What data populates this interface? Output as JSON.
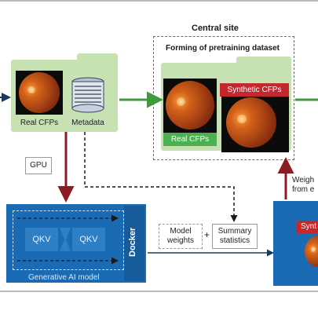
{
  "diagram": {
    "central_site_title": "Central site",
    "pretraining_title": "Forming of pretraining dataset",
    "left_folder": {
      "label_real": "Real CFPs",
      "label_meta": "Metadata"
    },
    "gpu_label": "GPU",
    "generative_model_label": "Generative AI model",
    "qkv_left": "QKV",
    "qkv_right": "QKV",
    "docker_label": "Docker",
    "model_weights": "Model weights",
    "plus": "+",
    "summary_statistics": "Summary statistics",
    "synthetic_cfps": "Synthetic CFPs",
    "real_cfps_green": "Real CFPs",
    "weights_text_line1": "Weigh",
    "weights_text_line2": "from e",
    "synth_right_partial": "Synt",
    "colors": {
      "green_arrow": "#3e9a3a",
      "dark_red_arrow": "#8b1c22",
      "blue_panel": "#1a6bb3",
      "synthetic_red": "#c4282e",
      "real_green": "#4caf50",
      "folder_green": "#c6e2b2"
    }
  }
}
